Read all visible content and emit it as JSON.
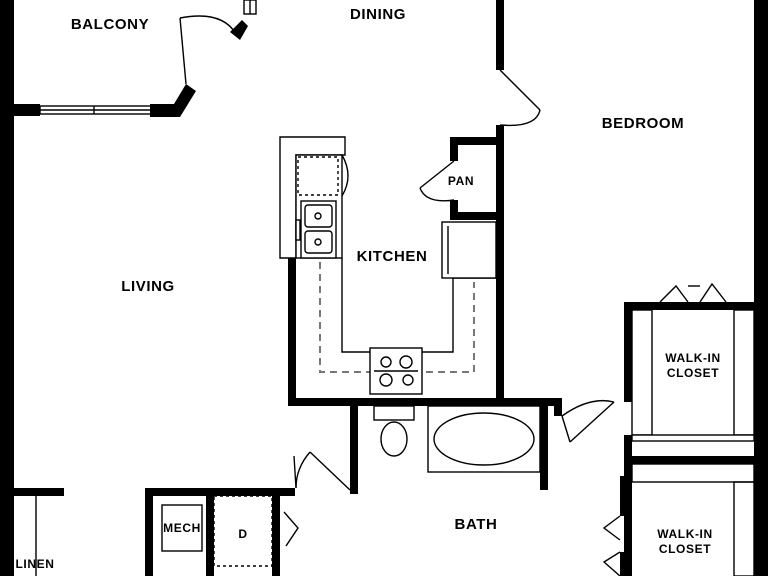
{
  "rooms": {
    "balcony": "BALCONY",
    "dining": "DINING",
    "bedroom": "BEDROOM",
    "living": "LIVING",
    "kitchen": "KITCHEN",
    "pantry": "PAN",
    "closet_upper_line1": "WALK-IN",
    "closet_upper_line2": "CLOSET",
    "closet_lower_line1": "WALK-IN",
    "closet_lower_line2": "CLOSET",
    "bath": "BATH",
    "mech": "MECH",
    "dryer": "D",
    "linen": "LINEN"
  }
}
